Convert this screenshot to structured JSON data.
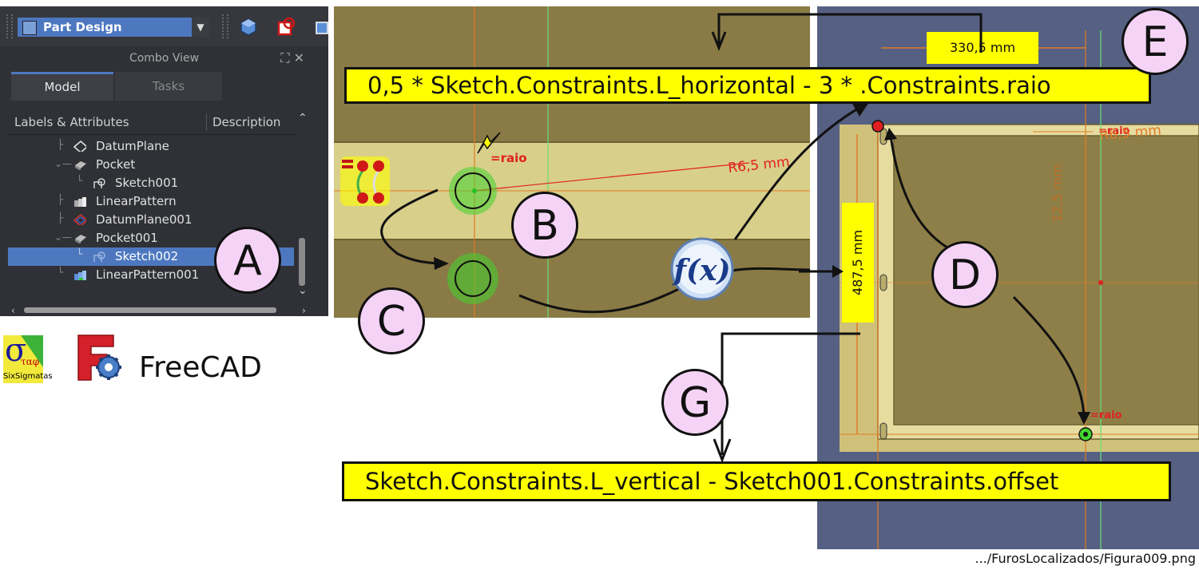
{
  "toolbar": {
    "workbench": "Part Design"
  },
  "combo_view": {
    "title": "Combo View",
    "tabs": [
      "Model",
      "Tasks"
    ],
    "columns": [
      "Labels & Attributes",
      "Description"
    ],
    "tree": [
      {
        "label": "DatumPlane",
        "icon": "datum-plane-icon"
      },
      {
        "label": "Pocket",
        "icon": "pocket-icon"
      },
      {
        "label": "Sketch001",
        "icon": "sketch-icon"
      },
      {
        "label": "LinearPattern",
        "icon": "linear-pattern-icon"
      },
      {
        "label": "DatumPlane001",
        "icon": "datum-plane-icon"
      },
      {
        "label": "Pocket001",
        "icon": "pocket-icon"
      },
      {
        "label": "Sketch002",
        "icon": "sketch-icon",
        "selected": true
      },
      {
        "label": "LinearPattern001",
        "icon": "linear-pattern-icon"
      }
    ]
  },
  "logos": {
    "sixsigma_text": "SixSigmatas",
    "sixsigma_glyph": "σ",
    "sixsigma_sub": "ταφ",
    "freecad": "FreeCAD"
  },
  "callouts": {
    "a": "A",
    "b": "B",
    "c": "C",
    "d": "D",
    "e": "E",
    "g": "G"
  },
  "formulas": {
    "top": "0,5 * Sketch.Constraints.L_horizontal - 3 * .Constraints.raio",
    "bottom": "Sketch.Constraints.L_vertical - Sketch001.Constraints.offset"
  },
  "sketch": {
    "raio_label": "=raio",
    "radius_label": "R6,5 mm",
    "fx_label": "f(x)"
  },
  "view3d": {
    "dim_horizontal": "330,5 mm",
    "dim_vertical": "487,5 mm",
    "dim_small": "12,5 mm",
    "radius_label": "R6,5 mm",
    "raio_top": "=raio",
    "raio_bottom": "=raio"
  },
  "caption": ".../FurosLocalizados/Figura009.png",
  "colors": {
    "yellow": "#ffff00",
    "callout_fill": "#f5d3f6",
    "selection": "#4d78c0",
    "orange": "#ff7a1a"
  }
}
